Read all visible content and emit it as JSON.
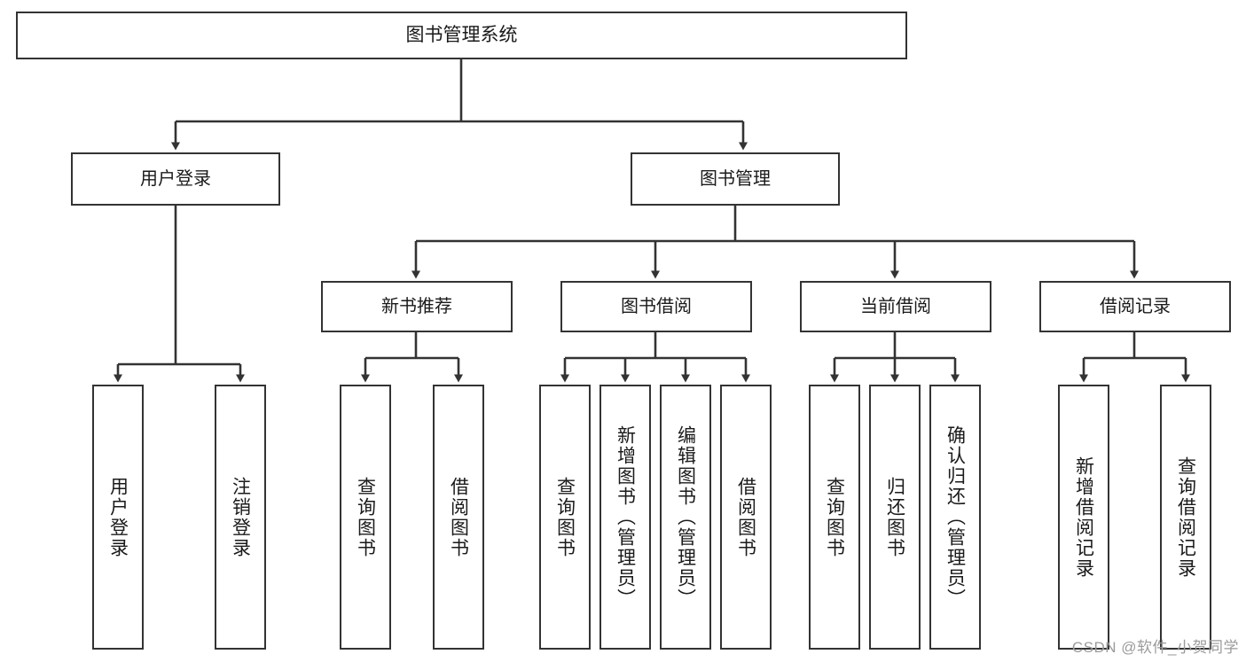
{
  "diagram": {
    "title": "图书管理系统",
    "type": "tree-hierarchy-diagram",
    "colors": {
      "box_border": "#333333",
      "box_fill": "#ffffff",
      "connector": "#333333",
      "text": "#1a1a1a",
      "watermark": "#9b9b9b",
      "background": "#ffffff"
    },
    "root": {
      "label": "图书管理系统"
    },
    "level2": [
      {
        "label": "用户登录"
      },
      {
        "label": "图书管理"
      }
    ],
    "level3": [
      {
        "label": "新书推荐"
      },
      {
        "label": "图书借阅"
      },
      {
        "label": "当前借阅"
      },
      {
        "label": "借阅记录"
      }
    ],
    "leaves": {
      "user_login": [
        {
          "label": "用户登录"
        },
        {
          "label": "注销登录"
        }
      ],
      "new_book_recommend": [
        {
          "label": "查询图书"
        },
        {
          "label": "借阅图书"
        }
      ],
      "book_borrow": [
        {
          "label": "查询图书"
        },
        {
          "label": "新增图书（管理员）"
        },
        {
          "label": "编辑图书（管理员）"
        },
        {
          "label": "借阅图书"
        }
      ],
      "current_borrow": [
        {
          "label": "查询图书"
        },
        {
          "label": "归还图书"
        },
        {
          "label": "确认归还（管理员）"
        }
      ],
      "borrow_records": [
        {
          "label": "新增借阅记录"
        },
        {
          "label": "查询借阅记录"
        }
      ]
    }
  },
  "watermark": {
    "text": "CSDN @软件_小贺同学"
  }
}
